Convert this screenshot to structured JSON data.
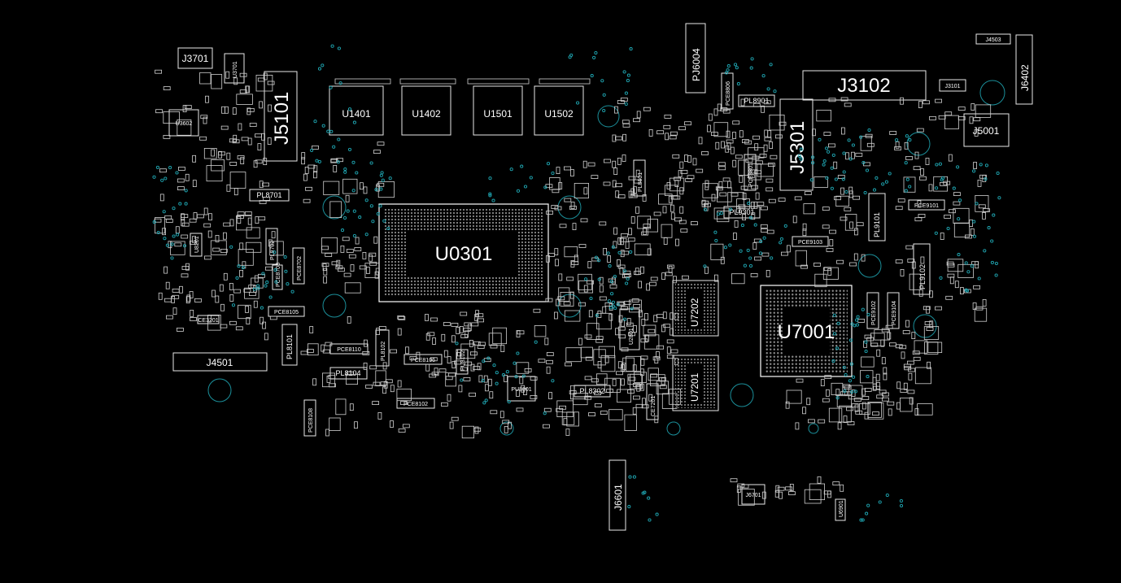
{
  "components": {
    "u0301": "U0301",
    "u7001": "U7001",
    "u1401": "U1401",
    "u1402": "U1402",
    "u1501": "U1501",
    "u1502": "U1502",
    "u7202": "U7202",
    "u7201": "U7201",
    "u2801": "U2801",
    "u3602": "U3602",
    "u3701": "U3701",
    "j5101": "J5101",
    "j5301": "J5301",
    "j3102": "J3102",
    "j3101": "J3101",
    "j3701": "J3701",
    "j4501": "J4501",
    "j4503": "J4503",
    "j5001": "J5001",
    "j6402": "J6402",
    "j6601": "J6601",
    "j6701": "J6701",
    "pj6004": "PJ6004",
    "pl8701": "PL8701",
    "pl8702": "PL8702",
    "pl8101": "PL8101",
    "pl8102": "PL8102",
    "pl8104": "PL8104",
    "pl8302": "PL8302",
    "pl8601": "PL8601",
    "pl8901": "PL8901",
    "pl9301": "PL9301",
    "pl9101": "PL9101",
    "pl9102": "PL9102",
    "pce8105": "PCE8105",
    "pce8110": "PCE8110",
    "pce8106": "PCE8106",
    "pce8102": "PCE8102",
    "pce8108": "PCE8108",
    "pce8702": "PCE8702",
    "pce8703": "PCE8703",
    "pce8801": "PCE8801",
    "pce8806": "PCE8806",
    "pce9101": "PCE9101",
    "pce9103": "PCE9103",
    "pce9102": "PCE9102",
    "pce9104": "PCE9104",
    "ce7201": "CE7201",
    "ce3201": "CE3201",
    "pu8001": "PU8001",
    "pu8102": "PU8102",
    "u6901": "U6901",
    "u8201": "U8201"
  },
  "colors": {
    "background": "#000000",
    "silkscreen": "#ffffff",
    "via": "#1fa7b3"
  }
}
